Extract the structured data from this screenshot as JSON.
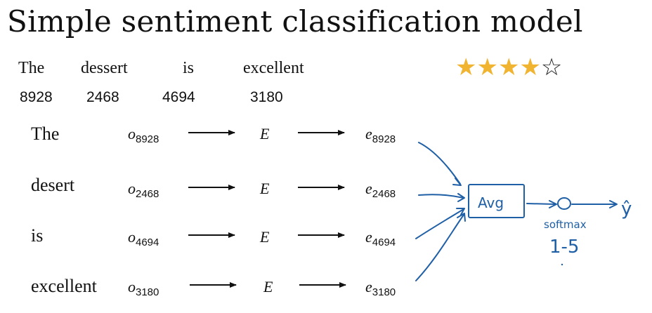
{
  "title": "Simple sentiment classification model",
  "sentence": {
    "words": [
      "The",
      "dessert",
      "is",
      "excellent"
    ],
    "indices": [
      "8928",
      "2468",
      "4694",
      "3180"
    ]
  },
  "rating": {
    "filled": 4,
    "total": 5,
    "filled_glyph": "★★★★",
    "empty_glyph": "☆",
    "color": "#f0b431"
  },
  "rows": [
    {
      "word": "The",
      "onehot": "o",
      "onehot_sub": "8928",
      "matrix": "E",
      "embed": "e",
      "embed_sub": "8928"
    },
    {
      "word": "desert",
      "onehot": "o",
      "onehot_sub": "2468",
      "matrix": "E",
      "embed": "e",
      "embed_sub": "2468"
    },
    {
      "word": "is",
      "onehot": "o",
      "onehot_sub": "4694",
      "matrix": "E",
      "embed": "e",
      "embed_sub": "4694"
    },
    {
      "word": "excellent",
      "onehot": "o",
      "onehot_sub": "3180",
      "matrix": "E",
      "embed": "e",
      "embed_sub": "3180"
    }
  ],
  "annotations": {
    "avg_box": "Avg",
    "output_node": "O",
    "yhat": "ŷ",
    "softmax": "softmax",
    "range": "1-5",
    "ink_color": "#1f5fa6"
  }
}
